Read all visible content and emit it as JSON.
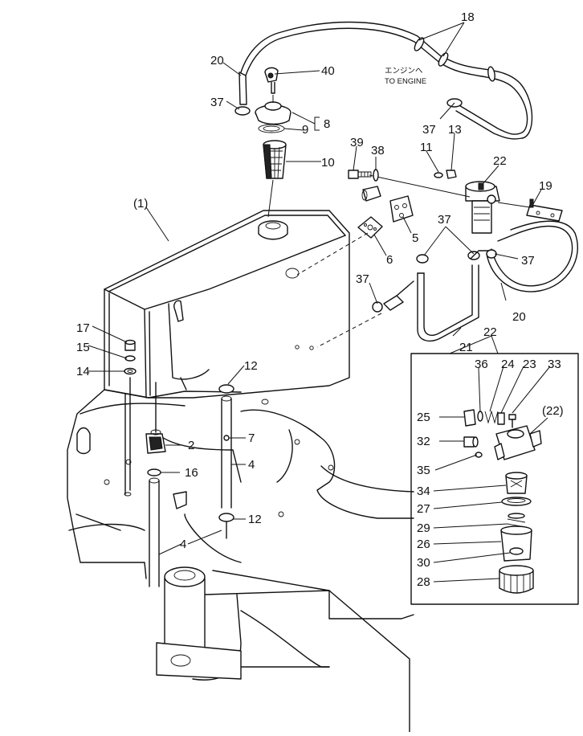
{
  "labels": {
    "l18": "18",
    "l20a": "20",
    "l40": "40",
    "l37a": "37",
    "l8": "8",
    "l9": "9",
    "l10": "10",
    "l37b": "37",
    "l13": "13",
    "l39": "39",
    "l38": "38",
    "l11": "11",
    "l22a": "22",
    "l19": "19",
    "l1": "(1)",
    "l6": "6",
    "l5": "5",
    "l37c": "37",
    "l37d": "37",
    "l20b": "20",
    "l37e": "37",
    "l21": "21",
    "l22b": "22",
    "l17": "17",
    "l15": "15",
    "l14": "14",
    "l12a": "12",
    "l36": "36",
    "l24": "24",
    "l23": "23",
    "l33": "33",
    "l22c": "(22)",
    "l25": "25",
    "l2": "2",
    "l7": "7",
    "l32": "32",
    "l16": "16",
    "l4a": "4",
    "l35": "35",
    "l34": "34",
    "l12b": "12",
    "l27": "27",
    "l29": "29",
    "l4b": "4",
    "l26": "26",
    "l30": "30",
    "l28": "28"
  },
  "engine_note": {
    "line1": "エンジンへ",
    "line2": "TO ENGINE"
  }
}
